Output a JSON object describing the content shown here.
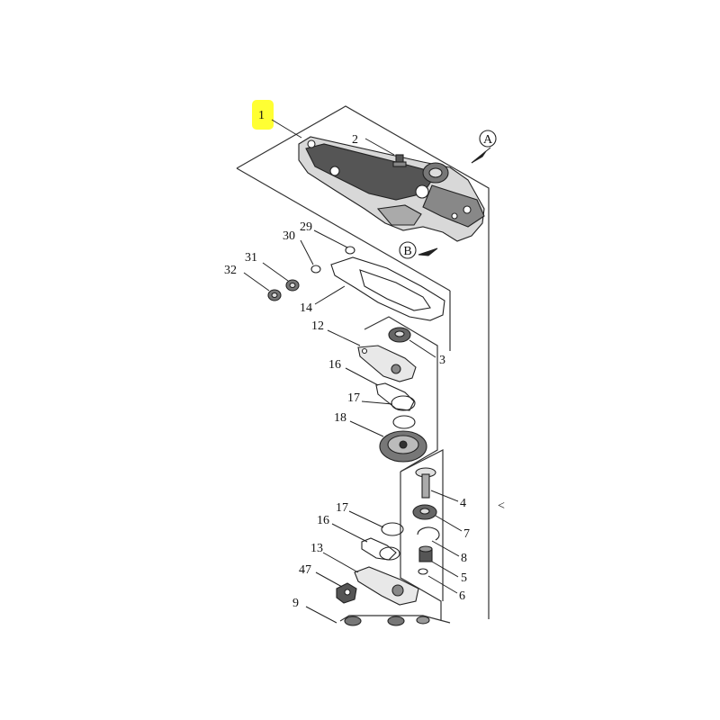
{
  "colors": {
    "highlight": "#ffff33",
    "line": "#222222",
    "part_dark": "#555555",
    "part_light": "#d8d8d8"
  },
  "callouts": {
    "view_a": "A",
    "view_b": "B",
    "side_mark": "<"
  },
  "parts": {
    "p1": "1",
    "p2": "2",
    "p3": "3",
    "p4": "4",
    "p5": "5",
    "p6": "6",
    "p7": "7",
    "p8": "8",
    "p9": "9",
    "p12": "12",
    "p13": "13",
    "p14": "14",
    "p16a": "16",
    "p16b": "16",
    "p17a": "17",
    "p17b": "17",
    "p18": "18",
    "p29": "29",
    "p30": "30",
    "p31": "31",
    "p32": "32",
    "p47": "47"
  }
}
